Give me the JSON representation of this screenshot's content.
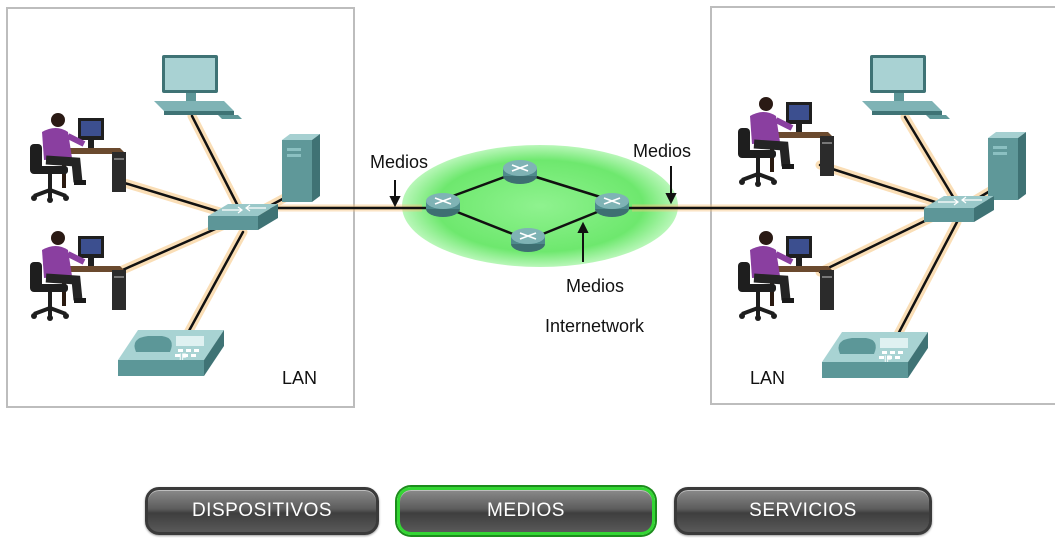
{
  "diagram": {
    "left_lan_label": "LAN",
    "right_lan_label": "LAN",
    "media_labels": {
      "left": "Medios",
      "right": "Medios",
      "bottom": "Medios"
    },
    "internetwork_label": "Internetwork",
    "ip_phone_tag": "IP"
  },
  "buttons": {
    "devices": "DISPOSITIVOS",
    "media": "MEDIOS",
    "services": "SERVICIOS",
    "active": "media"
  },
  "colors": {
    "cloud": "#9cf59c",
    "device_teal": "#5f9f9f",
    "link_glow": "#f6c27a",
    "active_border": "#33d633"
  }
}
